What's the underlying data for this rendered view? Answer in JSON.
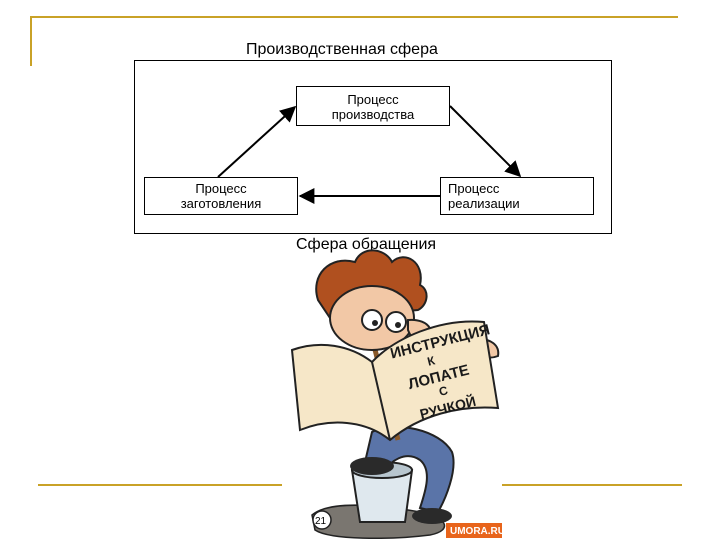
{
  "diagram": {
    "title": "Производственная сфера",
    "subtitle": "Сфера обращения",
    "nodes": [
      {
        "id": "production",
        "line1": "Процесс",
        "line2": "производства"
      },
      {
        "id": "procurement",
        "line1": "Процесс",
        "line2": "заготовления"
      },
      {
        "id": "sales",
        "line1": "Процесс",
        "line2": "реализации"
      }
    ],
    "edges": [
      {
        "from": "procurement",
        "to": "production"
      },
      {
        "from": "production",
        "to": "sales"
      },
      {
        "from": "sales",
        "to": "procurement"
      }
    ]
  },
  "illustration": {
    "book_text": [
      "ИНСТРУКЦИЯ",
      "К",
      "ЛОПАТЕ",
      "С",
      "РУЧКОЙ"
    ],
    "badge": "UMORA.RU",
    "circle_mark": "21"
  },
  "colors": {
    "accent_lines": "#c9a227",
    "book_text": "#1a1a1a",
    "badge": "#e8641b"
  }
}
